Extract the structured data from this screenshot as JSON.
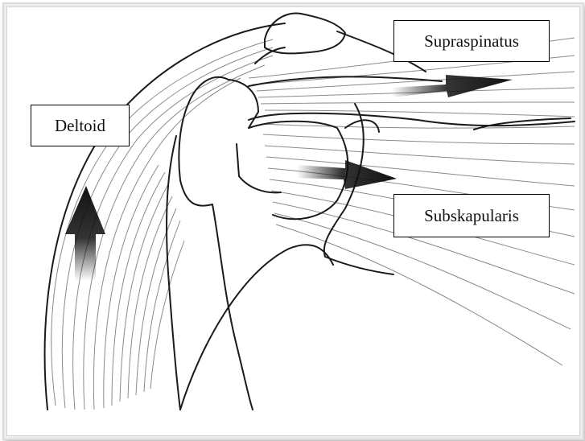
{
  "labels": {
    "supraspinatus": "Supraspinatus",
    "deltoid": "Deltoid",
    "subskapularis": "Subskapularis"
  },
  "colors": {
    "line": "#1a1a1a",
    "fiber": "#8a8a8a",
    "arrow": "#111111",
    "box_border": "#000000"
  }
}
